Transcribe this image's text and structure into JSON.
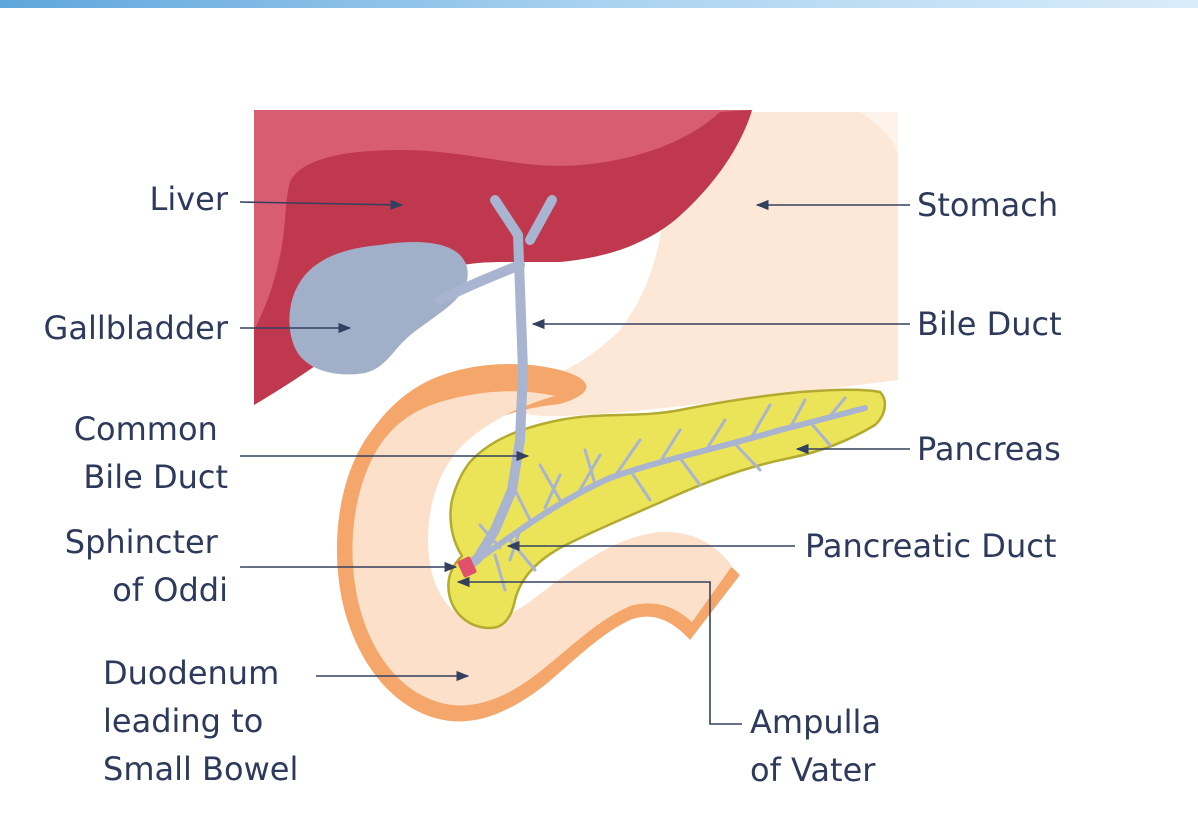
{
  "diagram": {
    "labels": {
      "liver": "Liver",
      "gallbladder": "Gallbladder",
      "common_bile_duct": [
        "Common",
        "Bile Duct"
      ],
      "sphincter_of_oddi": [
        "Sphincter",
        "of Oddi"
      ],
      "duodenum": [
        "Duodenum",
        "leading to",
        "Small Bowel"
      ],
      "stomach": "Stomach",
      "bile_duct": "Bile Duct",
      "pancreas": "Pancreas",
      "pancreatic_duct": "Pancreatic Duct",
      "ampulla_of_vater": [
        "Ampulla",
        "of Vater"
      ]
    },
    "colors": {
      "liver_dark": "#c0384e",
      "liver_light": "#d95d71",
      "gallbladder": "#a2afc9",
      "duct": "#a9b4d0",
      "stomach": "#fde7d6",
      "duodenum_fill": "#fde0c9",
      "duodenum_edge": "#f5a76b",
      "pancreas": "#ece458",
      "pancreas_edge": "#b3aa30",
      "sphincter": "#e0506a",
      "text": "#2e3a5c",
      "leader": "#34405f"
    }
  }
}
